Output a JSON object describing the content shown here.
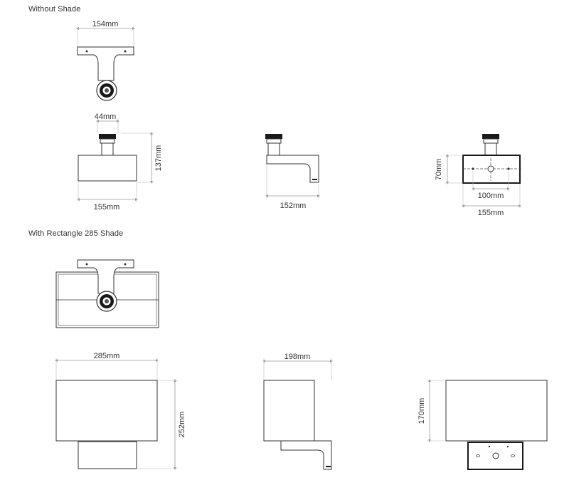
{
  "sections": {
    "without_shade": "Without Shade",
    "with_shade": "With Rectangle 285 Shade"
  },
  "dimensions": {
    "top_width_154": "154mm",
    "top_width_44": "44mm",
    "height_137": "137mm",
    "width_155_front": "155mm",
    "width_152_side": "152mm",
    "height_70": "70mm",
    "width_100": "100mm",
    "width_155_back": "155mm",
    "width_285": "285mm",
    "height_252": "252mm",
    "width_198": "198mm",
    "height_170": "170mm"
  },
  "colors": {
    "line": "#333333",
    "dim": "#9a9a9a",
    "dark": "#1a1a1a"
  }
}
